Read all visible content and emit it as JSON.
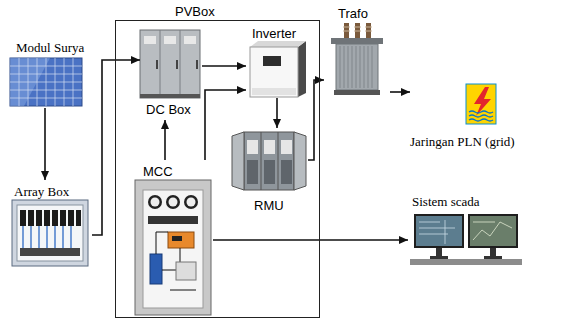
{
  "diagram": {
    "nodes": [
      {
        "text": [
          "Modul Surya"
        ]
      },
      {
        "text": [
          "Array Box"
        ]
      },
      {
        "text": [
          "PVBox"
        ]
      },
      {
        "text": [
          "DC Box"
        ],
        "in": 2
      },
      {
        "text": [
          "Inverter"
        ],
        "in": 2
      },
      {
        "text": [
          "RMU"
        ],
        "in": 2
      },
      {
        "text": [
          "MCC"
        ],
        "in": 2
      },
      {
        "text": [
          "Trafo"
        ]
      },
      {
        "text": [
          "Jaringan PLN (grid)"
        ]
      },
      {
        "text": [
          "Sistem scada"
        ]
      }
    ],
    "edges": [
      {
        "from": 0,
        "to": 1,
        "arrow": "to"
      },
      {
        "from": 1,
        "to": 3,
        "arrow": "to"
      },
      {
        "from": 3,
        "to": 4,
        "arrow": "to"
      },
      {
        "from": 6,
        "to": 3,
        "arrow": "to"
      },
      {
        "from": 6,
        "to": 4,
        "arrow": "to"
      },
      {
        "from": 4,
        "to": 5,
        "arrow": "to"
      },
      {
        "from": 5,
        "to": 7,
        "arrow": "to"
      },
      {
        "from": 7,
        "to": 8,
        "arrow": "to"
      },
      {
        "from": 6,
        "to": 9,
        "arrow": "to"
      }
    ]
  }
}
